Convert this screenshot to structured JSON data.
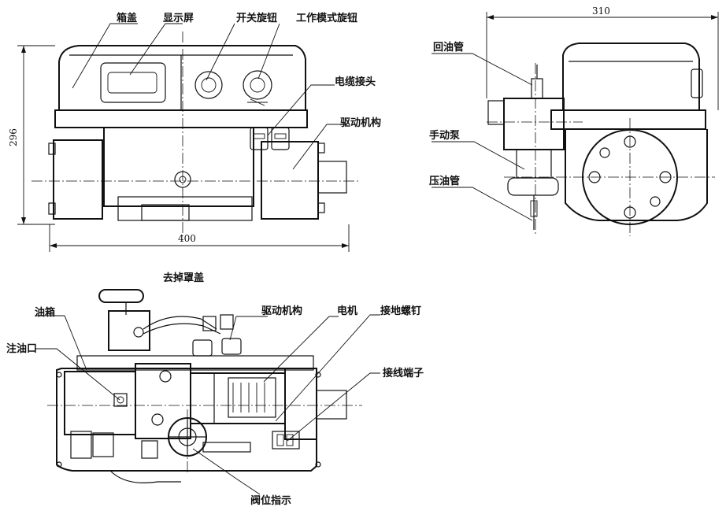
{
  "labels": {
    "box_cover": "箱盖",
    "display": "显示屏",
    "switch_knob": "开关旋钮",
    "mode_knob": "工作模式旋钮",
    "cable_joint": "电缆接头",
    "drive_top": "驱动机构",
    "oil_return": "回油管",
    "hand_pump": "手动泵",
    "oil_pressure": "压油管",
    "cover_removed": "去掉罩盖",
    "oil_tank": "油箱",
    "oil_filler": "注油口",
    "drive_bottom": "驱动机构",
    "motor": "电机",
    "ground_screw": "接地螺钉",
    "terminal": "接线端子",
    "valve_indicator": "阀位指示"
  },
  "dimensions": {
    "height": "296",
    "width": "400",
    "depth": "310"
  }
}
